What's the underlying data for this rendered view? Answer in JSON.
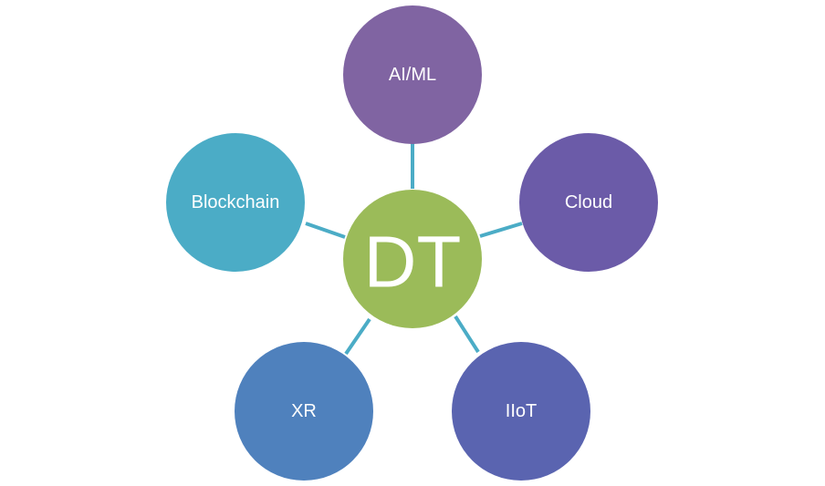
{
  "diagram": {
    "center": {
      "label": "DT",
      "color": "#9bbb59"
    },
    "connector_color": "#4bacc6",
    "satellites": [
      {
        "id": "ai-ml",
        "label": "AI/ML",
        "color": "#8064a2"
      },
      {
        "id": "cloud",
        "label": "Cloud",
        "color": "#6b5ba8"
      },
      {
        "id": "iiot",
        "label": "IIoT",
        "color": "#5a64b0"
      },
      {
        "id": "xr",
        "label": "XR",
        "color": "#4f81bd"
      },
      {
        "id": "blockchain",
        "label": "Blockchain",
        "color": "#4bacc6"
      }
    ]
  }
}
